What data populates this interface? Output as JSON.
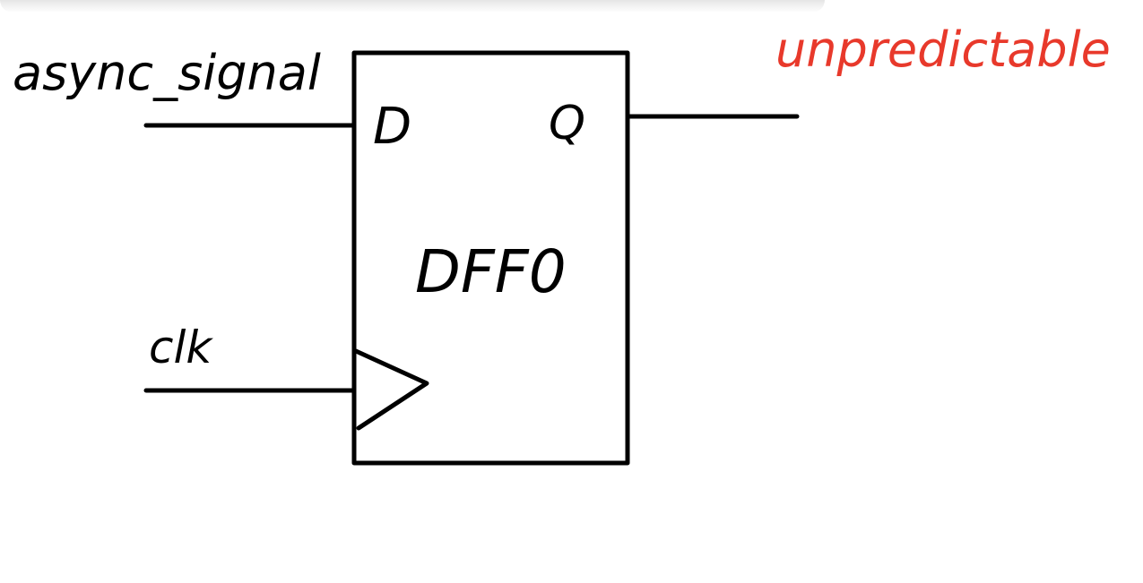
{
  "diagram": {
    "input_signal_label": "async_signal",
    "clock_label": "clk",
    "output_label": "unpredictable",
    "block_name": "DFF0",
    "pin_d": "D",
    "pin_q": "Q",
    "colors": {
      "ink": "#000000",
      "annotation": "#e8392b",
      "background": "#ffffff"
    }
  }
}
